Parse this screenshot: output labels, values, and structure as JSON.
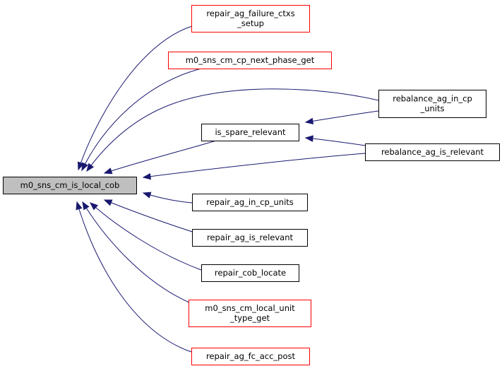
{
  "graph": {
    "type": "call-graph",
    "colors": {
      "edge": "#191970",
      "focus_fill": "#bfbfbf",
      "focus_border": "#000000",
      "node_border_default": "#000000",
      "node_border_truncated": "#ff0000",
      "node_fill": "#ffffff"
    },
    "focus_node": {
      "id": "main",
      "label_lines": [
        "m0_sns_cm_is_local_cob"
      ]
    },
    "nodes": [
      {
        "id": "main",
        "label_lines": [
          "m0_sns_cm_is_local_cob"
        ],
        "style": "focus"
      },
      {
        "id": "failure_ctxs",
        "label_lines": [
          "repair_ag_failure_ctxs",
          "_setup"
        ],
        "style": "truncated"
      },
      {
        "id": "next_phase",
        "label_lines": [
          "m0_sns_cm_cp_next_phase_get"
        ],
        "style": "truncated"
      },
      {
        "id": "reb_in_cp",
        "label_lines": [
          "rebalance_ag_in_cp",
          "_units"
        ],
        "style": "default"
      },
      {
        "id": "spare_rel",
        "label_lines": [
          "is_spare_relevant"
        ],
        "style": "default"
      },
      {
        "id": "reb_is_rel",
        "label_lines": [
          "rebalance_ag_is_relevant"
        ],
        "style": "default"
      },
      {
        "id": "rep_in_cp",
        "label_lines": [
          "repair_ag_in_cp_units"
        ],
        "style": "default"
      },
      {
        "id": "rep_is_rel",
        "label_lines": [
          "repair_ag_is_relevant"
        ],
        "style": "default"
      },
      {
        "id": "cob_locate",
        "label_lines": [
          "repair_cob_locate"
        ],
        "style": "default"
      },
      {
        "id": "unit_type",
        "label_lines": [
          "m0_sns_cm_local_unit",
          "_type_get"
        ],
        "style": "truncated"
      },
      {
        "id": "fc_acc",
        "label_lines": [
          "repair_ag_fc_acc_post"
        ],
        "style": "truncated"
      }
    ],
    "edges": [
      {
        "from": "failure_ctxs",
        "to": "main"
      },
      {
        "from": "next_phase",
        "to": "main"
      },
      {
        "from": "reb_in_cp",
        "to": "main"
      },
      {
        "from": "spare_rel",
        "to": "main"
      },
      {
        "from": "reb_is_rel",
        "to": "main"
      },
      {
        "from": "rep_in_cp",
        "to": "main"
      },
      {
        "from": "rep_is_rel",
        "to": "main"
      },
      {
        "from": "cob_locate",
        "to": "main"
      },
      {
        "from": "unit_type",
        "to": "main"
      },
      {
        "from": "fc_acc",
        "to": "main"
      },
      {
        "from": "reb_in_cp",
        "to": "spare_rel"
      },
      {
        "from": "reb_is_rel",
        "to": "spare_rel"
      }
    ]
  }
}
